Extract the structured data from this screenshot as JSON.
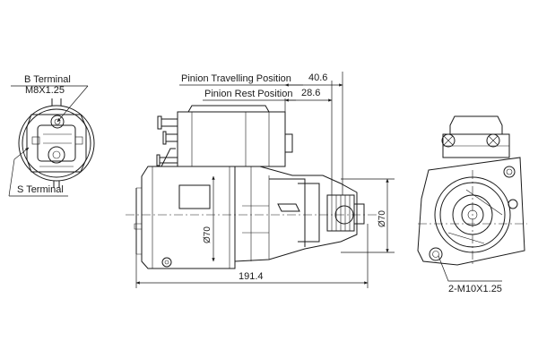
{
  "labels": {
    "b_terminal": "B Terminal",
    "b_thread": "M8X1.25",
    "s_terminal": "S Terminal",
    "pinion_travel": "Pinion Travelling Position",
    "pinion_travel_value": "40.6",
    "pinion_rest": "Pinion Rest Position",
    "pinion_rest_value": "28.6",
    "overall_length": "191.4",
    "dia_body": "Ø70",
    "dia_nose": "Ø70",
    "bolts": "2-M10X1.25"
  }
}
